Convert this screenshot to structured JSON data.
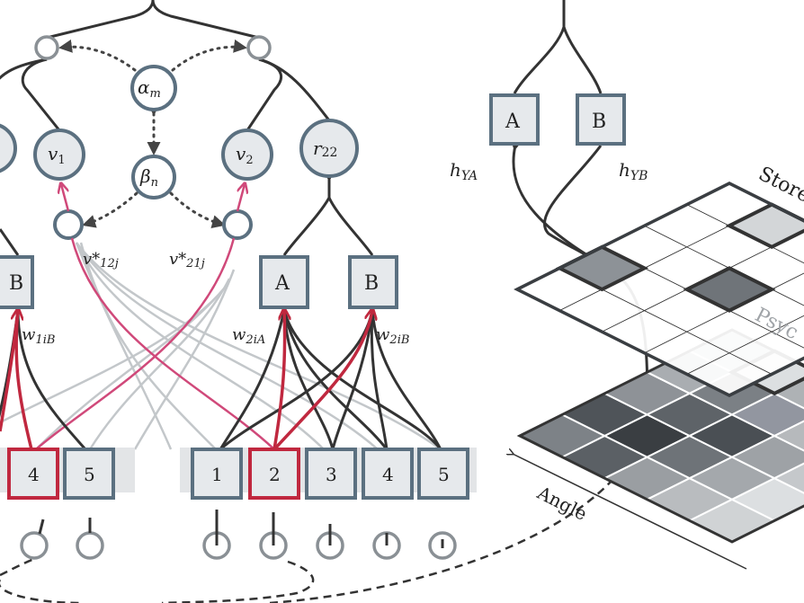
{
  "model": {
    "alpha": "α",
    "alpha_sub": "m",
    "beta": "β",
    "beta_sub": "n",
    "v1": "v",
    "v1_sub": "1",
    "v2": "v",
    "v2_sub": "2",
    "r22": "r",
    "r22_sub": "22",
    "vstar12": "v*",
    "vstar12_sub": "12j",
    "vstar21": "v*",
    "vstar21_sub": "21j",
    "left_box_b": "B",
    "box_a": "A",
    "box_b": "B",
    "w1iB": "w",
    "w1iB_sub": "1iB",
    "w2iA": "w",
    "w2iA_sub": "2iA",
    "w2iB": "w",
    "w2iB_sub": "2iB",
    "left_inputs": [
      "4",
      "5"
    ],
    "right_inputs": [
      "1",
      "2",
      "3",
      "4",
      "5"
    ],
    "highlighted_inputs": [
      "4",
      "2"
    ]
  },
  "spatial": {
    "box_a": "A",
    "box_b": "B",
    "hYA": "h",
    "hYA_sub": "YA",
    "hYB": "h",
    "hYB_sub": "YB",
    "store_label": "Store",
    "psych_label": "Psyc",
    "angle_label": "Angle",
    "upper_plane_cells": [
      {
        "u": 1,
        "v": 0,
        "fill": "#8d9297"
      },
      {
        "u": 2,
        "v": 2,
        "fill": "#6f7479"
      },
      {
        "u": 4,
        "v": 1,
        "fill": "#d3d6d8"
      }
    ],
    "lower_plane_fills": [
      [
        "#7d8287",
        "#5b6065",
        "#9a9ea2",
        "#b9bcbf",
        "#d0d3d5"
      ],
      [
        "#4f5459",
        "#3a3e42",
        "#6e7378",
        "#a4a8ac",
        "#dcdfe1"
      ],
      [
        "#8e9297",
        "#5e6368",
        "#4a4f54",
        "#9ea2a6",
        "#c5c8cb"
      ],
      [
        "#a9adb1",
        "#7b8085",
        "#9296a0",
        "#b6b9bc",
        "#a0a4a8"
      ],
      [
        "#c2c5c8",
        "#d4d7d9",
        "#aeb2b5",
        "#8f9398",
        "#c9ccce"
      ]
    ],
    "colors": {
      "node_stroke": "#5b7080",
      "node_fill": "#e6e9ec",
      "highlight": "#c0283f",
      "pink": "#d0497a"
    }
  }
}
